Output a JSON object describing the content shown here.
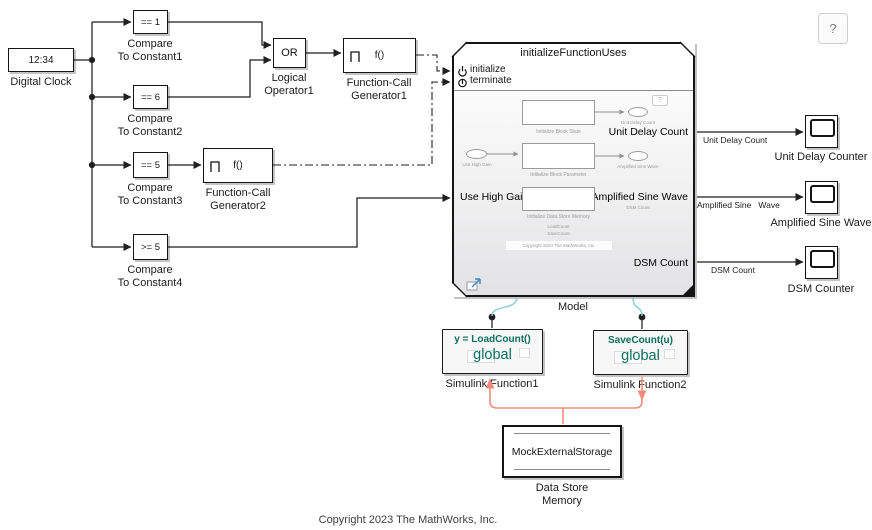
{
  "canvas": {
    "copyright": "Copyright 2023 The MathWorks, Inc.",
    "help_button": "?"
  },
  "colors": {
    "teal-text": "#0c6e5f",
    "teal-wire": "#8fd0d2",
    "red-wire": "#f08a7c",
    "wire": "#1f1f1f"
  },
  "blocks": {
    "digital_clock": {
      "value": "12:34",
      "label": "Digital Clock"
    },
    "compare1": {
      "value": "== 1",
      "label1": "Compare",
      "label2": "To Constant1"
    },
    "compare2": {
      "value": "== 6",
      "label1": "Compare",
      "label2": "To Constant2"
    },
    "compare3": {
      "value": "== 5",
      "label1": "Compare",
      "label2": "To Constant3"
    },
    "compare4": {
      "value": ">= 5",
      "label1": "Compare",
      "label2": "To Constant4"
    },
    "logical_operator": {
      "value": "OR",
      "label1": "Logical",
      "label2": "Operator1"
    },
    "fcg1": {
      "value": "f()",
      "label1": "Function-Call",
      "label2": "Generator1"
    },
    "fcg2": {
      "value": "f()",
      "label1": "Function-Call",
      "label2": "Generator2"
    },
    "model": {
      "title": "initializeFunctionUses",
      "label": "Model",
      "badge": "?",
      "port_initialize": "initialize",
      "port_terminate": "terminate",
      "port_in": "Use High Gain",
      "port_out1": "Unit Delay Count",
      "port_out2": "Amplified Sine Wave",
      "port_out3": "DSM Count",
      "preview": {
        "block_state": "Initialize Block State",
        "block_param": "Initialize Block Parameter",
        "block_dsm": "Initialize Data Store Memory",
        "oval_in": "Use High Gain",
        "oval_out1": "Unit Delay Count",
        "oval_out2": "Amplified Sine Wave",
        "oval_out3": "DSM Count",
        "fn1": "LoadCount",
        "fn2": "SaveCount",
        "copyright": "Copyright 2023 The MathWorks, Inc."
      }
    },
    "sf1": {
      "signature": "y = LoadCount()",
      "scope": "global",
      "label": "Simulink Function1"
    },
    "sf2": {
      "signature": "SaveCount(u)",
      "scope": "global",
      "label": "Simulink Function2"
    },
    "data_store": {
      "value": "MockExternalStorage",
      "label1": "Data Store",
      "label2": "Memory"
    },
    "scope1": {
      "label": "Unit Delay Counter"
    },
    "scope2": {
      "label": "Amplified Sine Wave"
    },
    "scope3": {
      "label": "DSM Counter"
    }
  },
  "signals": {
    "unit_delay": "Unit Delay Count",
    "amplified": "Amplified Sine   Wave",
    "dsm": "DSM Count"
  }
}
